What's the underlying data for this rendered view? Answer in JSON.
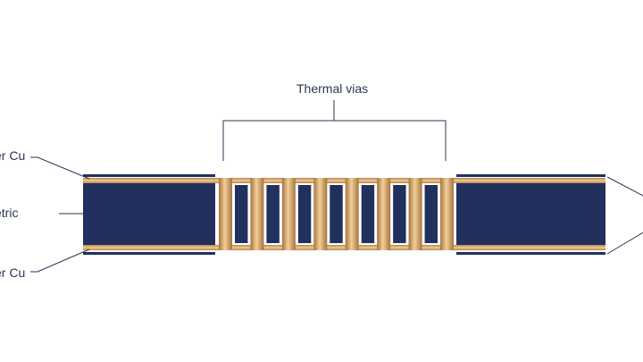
{
  "labels": {
    "top_copper": "er Cu",
    "dielectric": "etric",
    "bottom_copper": "er Cu",
    "thermal_vias": "Thermal vias"
  },
  "diagram": {
    "via_count": 7
  },
  "colors": {
    "dielectric": "#22305e",
    "copper": "#c8965a",
    "copper_highlight": "#f1cf98",
    "copper_shadow": "#a7743f",
    "line": "#2b3553",
    "background": "#ffffff"
  }
}
